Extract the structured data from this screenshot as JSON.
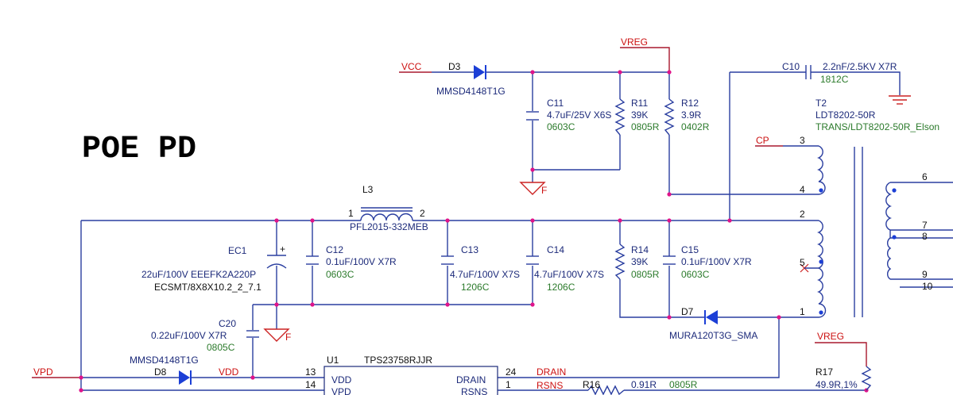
{
  "title": "POE  PD",
  "nets": {
    "vcc": "VCC",
    "vreg_top": "VREG",
    "vreg_right": "VREG",
    "cp": "CP",
    "vpd": "VPD",
    "vdd": "VDD",
    "drain": "DRAIN",
    "rsns": "RSNS"
  },
  "components": {
    "d3": {
      "ref": "D3",
      "value": "MMSD4148T1G"
    },
    "c11": {
      "ref": "C11",
      "value": "4.7uF/25V X6S",
      "pkg": "0603C"
    },
    "r11": {
      "ref": "R11",
      "value": "39K",
      "pkg": "0805R"
    },
    "r12": {
      "ref": "R12",
      "value": "3.9R",
      "pkg": "0402R"
    },
    "c10": {
      "ref": "C10",
      "value": "2.2nF/2.5KV X7R",
      "pkg": "1812C"
    },
    "t2": {
      "ref": "T2",
      "value": "LDT8202-50R",
      "part": "TRANS/LDT8202-50R_Elson"
    },
    "l3": {
      "ref": "L3",
      "value": "PFL2015-332MEB",
      "pin1": "1",
      "pin2": "2"
    },
    "ec1": {
      "ref": "EC1",
      "value": "22uF/100V EEEFK2A220P",
      "pkg": "ECSMT/8X8X10.2_2_7.1",
      "plus": "+"
    },
    "c12": {
      "ref": "C12",
      "value": "0.1uF/100V X7R",
      "pkg": "0603C"
    },
    "c13": {
      "ref": "C13",
      "value": "4.7uF/100V X7S",
      "pkg": "1206C"
    },
    "c14": {
      "ref": "C14",
      "value": "4.7uF/100V X7S",
      "pkg": "1206C"
    },
    "r14": {
      "ref": "R14",
      "value": "39K",
      "pkg": "0805R"
    },
    "c15": {
      "ref": "C15",
      "value": "0.1uF/100V X7R",
      "pkg": "0603C"
    },
    "d7": {
      "ref": "D7",
      "value": "MURA120T3G_SMA"
    },
    "c20": {
      "ref": "C20",
      "value": "0.22uF/100V X7R",
      "pkg": "0805C"
    },
    "d8": {
      "ref": "D8",
      "value": "MMSD4148T1G"
    },
    "u1": {
      "ref": "U1",
      "value": "TPS23758RJJR",
      "pin_vdd": "VDD",
      "pin_vpd": "VPD",
      "pin_drain": "DRAIN",
      "pin_rsns": "RSNS",
      "n13": "13",
      "n14": "14",
      "n24": "24",
      "n1": "1"
    },
    "r16": {
      "ref": "R16",
      "value": "0.91R",
      "pkg": "0805R",
      "value2": "0.91R"
    },
    "r17": {
      "ref": "R17",
      "value": "49.9R,1%"
    }
  },
  "transformer_pins": [
    "3",
    "4",
    "2",
    "5",
    "1",
    "6",
    "7",
    "8",
    "9",
    "10"
  ],
  "ground_mark": "F"
}
